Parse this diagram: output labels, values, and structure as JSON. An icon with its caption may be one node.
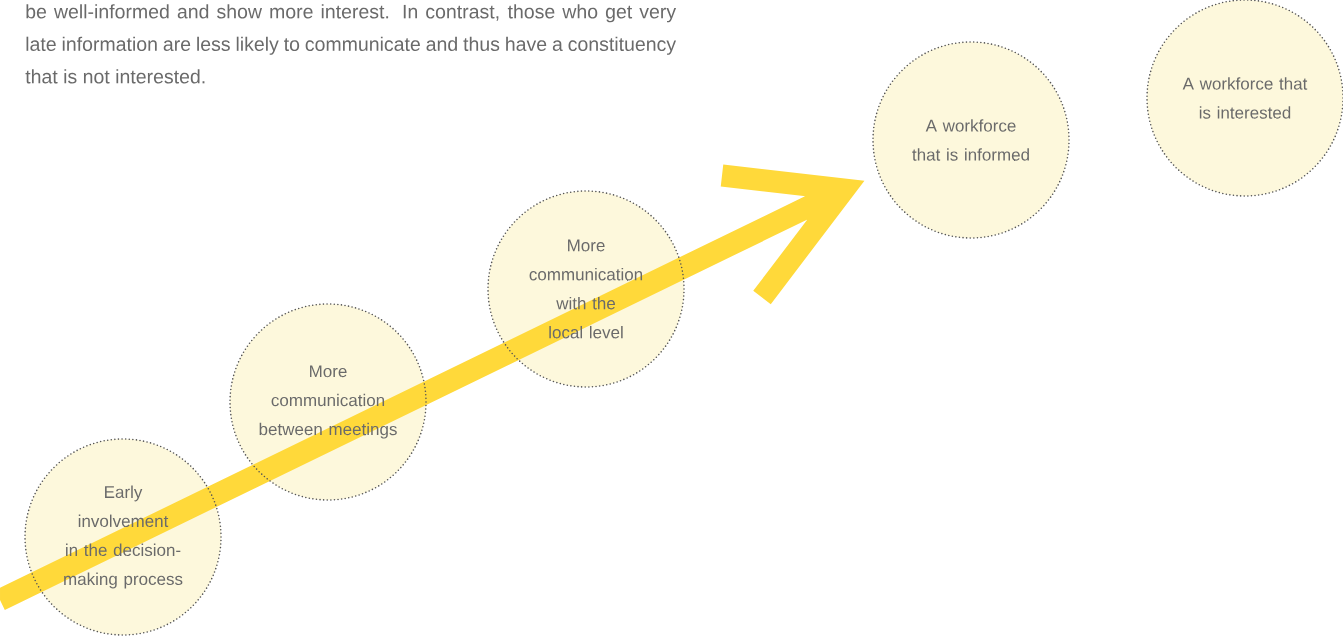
{
  "diagram": {
    "nodes": [
      {
        "text": [
          "Early involvement in the decision-making process"
        ]
      },
      {
        "text": [
          "More communication between meetings"
        ]
      },
      {
        "text": [
          "More communication with the local level"
        ]
      },
      {
        "text": [
          "A workforce that is informed"
        ]
      },
      {
        "text": [
          "A workforce that is interested"
        ]
      }
    ],
    "edges": [
      {
        "from": null,
        "to": 3,
        "arrow": "to"
      }
    ],
    "labels": [
      "be well-informed and show more interest. In contrast, those who get very late information are less likely to communicate and thus have a constituency that is not interested."
    ]
  }
}
